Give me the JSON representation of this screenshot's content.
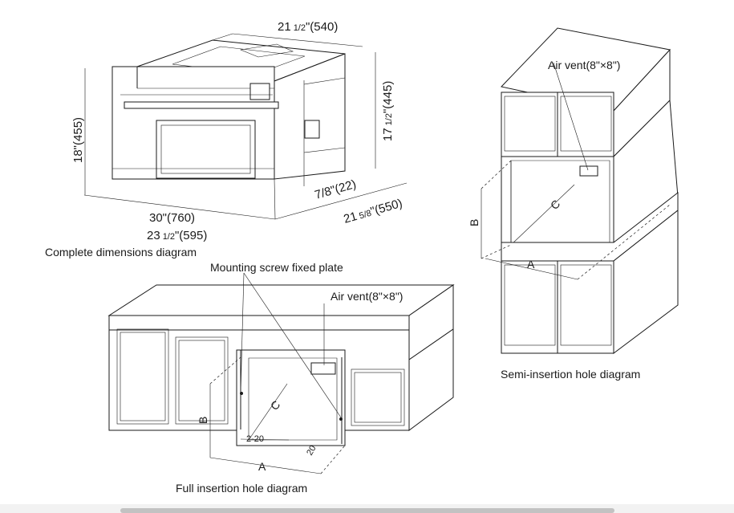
{
  "oven": {
    "width_top": "21",
    "width_top_frac": "1/2",
    "width_top_mm": "\"(540)",
    "height_left": "18\"(455)",
    "height_right": "17",
    "height_right_frac": "1/2",
    "height_right_mm": "\"(445)",
    "panel_depth": "7/8\"(22)",
    "depth": "21",
    "depth_frac": "5/8",
    "depth_mm": "\"(550)",
    "width_bottom": "30\"(760)",
    "body_width": "23",
    "body_width_frac": "1/2",
    "body_width_mm": "\"(595)",
    "caption": "Complete dimensions diagram"
  },
  "semi": {
    "air_vent": "Air vent(8\"×8\")",
    "label_a": "A",
    "label_b": "B",
    "label_c": "C",
    "caption": "Semi-insertion hole diagram"
  },
  "full": {
    "screw_plate": "Mounting screw fixed plate",
    "air_vent": "Air vent(8\"×8\")",
    "label_a": "A",
    "label_b": "B",
    "label_c": "C",
    "gap_left": "2-20",
    "gap_right": "20",
    "caption": "Full insertion hole diagram"
  }
}
